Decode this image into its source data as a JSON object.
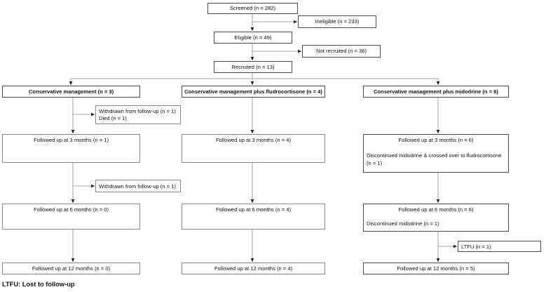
{
  "figure": {
    "type": "flowchart",
    "footnote": "LTFU: Lost to follow-up",
    "line_color": "#8a8a8a",
    "border_color": "#8a8a8a",
    "emphasis_border_color": "#4a4a4a",
    "background": "#ffffff"
  },
  "screening": {
    "screened": "Screened (n = 282)",
    "ineligible": "Ineligible (n = 233)",
    "eligible": "Eligible (n = 49)",
    "not_recruited": "Not recruited (n = 36)",
    "recruited": "Recruited (n = 13)"
  },
  "arms": [
    {
      "id": "conservative",
      "header": "Conservative management (n = 3)",
      "exclusions_3m": [
        "Withdrawn from follow-up (n = 1)",
        "Died (n = 1)"
      ],
      "followup_3m": "Followed up at 3 months (n = 1)",
      "notes_3m": [],
      "exclusions_6m": [
        "Withdrawn from follow-up (n = 1)"
      ],
      "followup_6m": "Followed up at 6 months (n = 0)",
      "notes_6m": [],
      "exclusions_12m": [],
      "followup_12m": "Followed up at 12 months (n = 0)"
    },
    {
      "id": "fludrocortisone",
      "header": "Conservative management plus fludrocortisone (n = 4)",
      "exclusions_3m": [],
      "followup_3m": "Followed up at 3 months (n = 4)",
      "notes_3m": [],
      "exclusions_6m": [],
      "followup_6m": "Followed up at 6 months (n = 4)",
      "notes_6m": [],
      "exclusions_12m": [],
      "followup_12m": "Followed up at 12 months (n = 4)"
    },
    {
      "id": "midodrine",
      "header": "Conservative management plus midodrine (n = 6)",
      "exclusions_3m": [],
      "followup_3m": "Followed up at 3 months (n = 6)",
      "notes_3m": [
        "Discontinued midodrine & crossed over to fludrocortisone",
        "(n = 1)"
      ],
      "exclusions_6m": [],
      "followup_6m": "Followed up at 6 months (n = 6)",
      "notes_6m": [
        "Discontinued midodrine (n = 1)"
      ],
      "exclusions_12m": [
        "LTFU (n = 1)"
      ],
      "followup_12m": "Followed up at 12 months (n = 5)"
    }
  ]
}
